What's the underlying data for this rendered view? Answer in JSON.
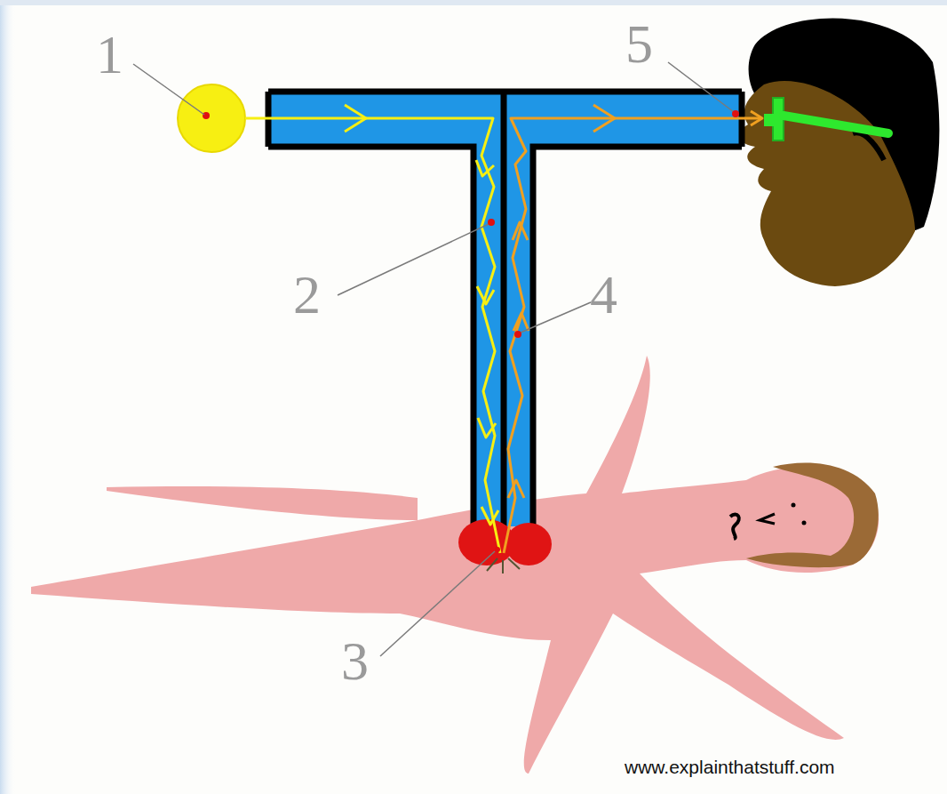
{
  "diagram": {
    "labels": [
      "1",
      "2",
      "3",
      "4",
      "5",
      "www.explainthatstuff.com"
    ]
  }
}
